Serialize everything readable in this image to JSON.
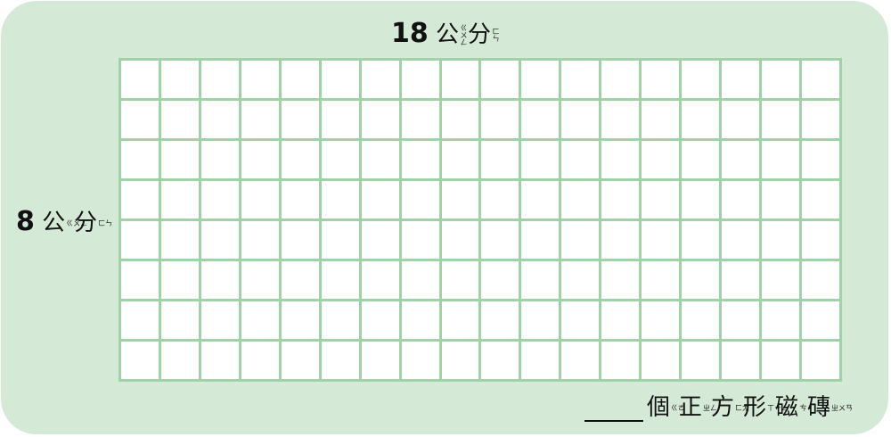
{
  "top_label": {
    "number": "18",
    "unit_chars": [
      {
        "char": "公",
        "zhuyin": "ㄍㄨㄥ"
      },
      {
        "char": "分",
        "zhuyin": "ㄈㄣ"
      }
    ]
  },
  "left_label": {
    "number": "8",
    "unit_chars": [
      {
        "char": "公",
        "zhuyin": "ㄍㄨㄥ"
      },
      {
        "char": "分",
        "zhuyin": "ㄈㄣ"
      }
    ]
  },
  "grid": {
    "columns": 18,
    "rows": 8,
    "line_color": "#9fd2a6",
    "cell_color": "#ffffff"
  },
  "answer": {
    "chars": [
      {
        "char": "個",
        "zhuyin": "ㄍㄜ"
      },
      {
        "char": "正",
        "zhuyin": "ㄓㄥ"
      },
      {
        "char": "方",
        "zhuyin": "ㄈㄤ"
      },
      {
        "char": "形",
        "zhuyin": "ㄒㄧㄥ"
      },
      {
        "char": "磁",
        "zhuyin": "ㄘ"
      },
      {
        "char": "磚",
        "zhuyin": "ㄓㄨㄢ"
      }
    ]
  },
  "colors": {
    "panel_background": "#d5ead6",
    "text": "#111111"
  }
}
